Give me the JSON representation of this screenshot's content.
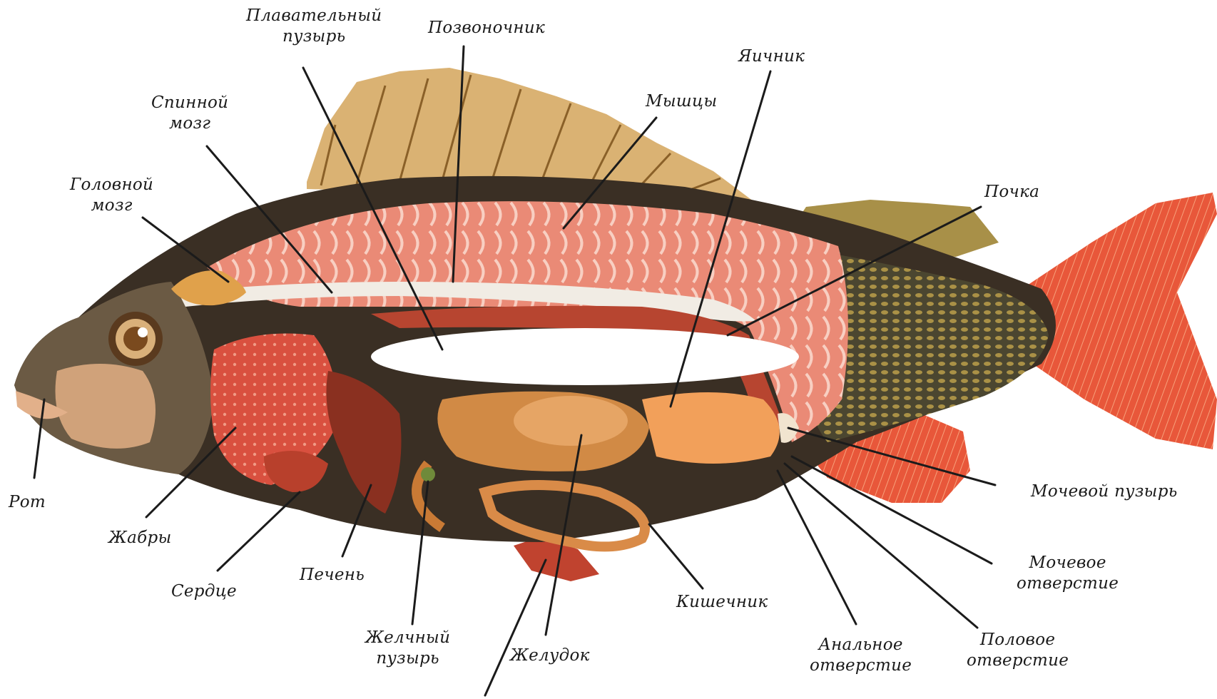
{
  "labels": {
    "plavatelny": [
      "Плавательный",
      "пузырь"
    ],
    "pozvonochnik": [
      "Позвоночник"
    ],
    "yaichnik": [
      "Яичник"
    ],
    "spinnoy": [
      "Спинной",
      "мозг"
    ],
    "myshtsy": [
      "Мышцы"
    ],
    "golovnoy": [
      "Головной",
      "мозг"
    ],
    "pochka": [
      "Почка"
    ],
    "rot": [
      "Рот"
    ],
    "mochevoy_puzyr": [
      "Мочевой пузырь"
    ],
    "zhabry": [
      "Жабры"
    ],
    "mochevoe_otv": [
      "Мочевое",
      "отверстие"
    ],
    "serdtse": [
      "Сердце"
    ],
    "pechen": [
      "Печень"
    ],
    "kishechnik": [
      "Кишечник"
    ],
    "zhelchny": [
      "Желчный",
      "пузырь"
    ],
    "zheludok": [
      "Желудок"
    ],
    "analnoe": [
      "Анальное",
      "отверстие"
    ],
    "polovoe": [
      "Половое",
      "отверстие"
    ]
  },
  "colors": {
    "body_dark": "#3a2f24",
    "belly_light": "#d9a060",
    "muscle_pink": "#e98470",
    "muscle_stripe": "#f6c3b4",
    "gill_red": "#d94a3a",
    "fin_red": "#e8573a",
    "fin_dorsal": "#c99a4c",
    "organ_orange": "#c97a35",
    "cavity_black": "#1a0f0a",
    "leader_line": "#1b1b1b"
  }
}
